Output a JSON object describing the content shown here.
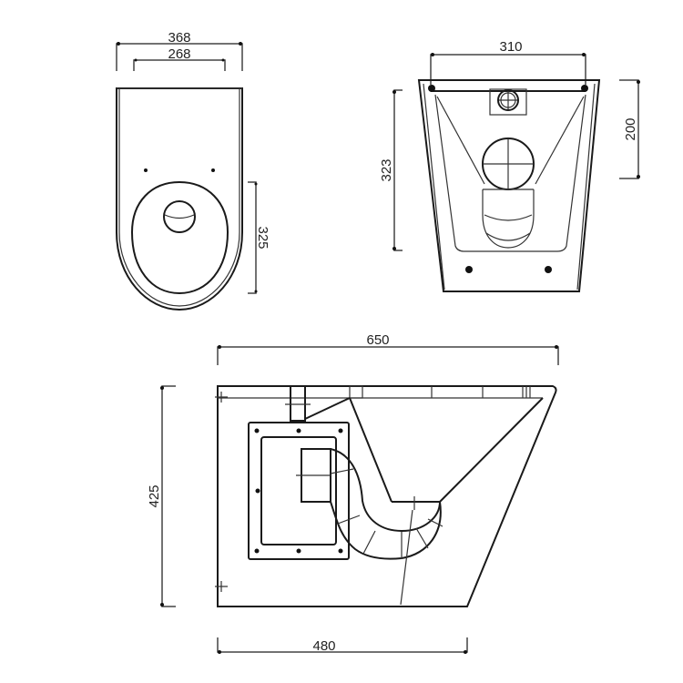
{
  "drawing": {
    "type": "technical-drawing",
    "subject": "stainless steel wall-hung toilet, three orthographic views",
    "units": "mm",
    "views": {
      "top_view": {
        "dimensions": {
          "overall_width": "368",
          "inner_width": "268",
          "bowl_length": "325"
        }
      },
      "front_view": {
        "dimensions": {
          "top_width": "310",
          "height_left": "323",
          "height_right": "200"
        }
      },
      "side_view": {
        "dimensions": {
          "overall_length": "650",
          "height": "425",
          "base_length": "480"
        }
      }
    }
  }
}
